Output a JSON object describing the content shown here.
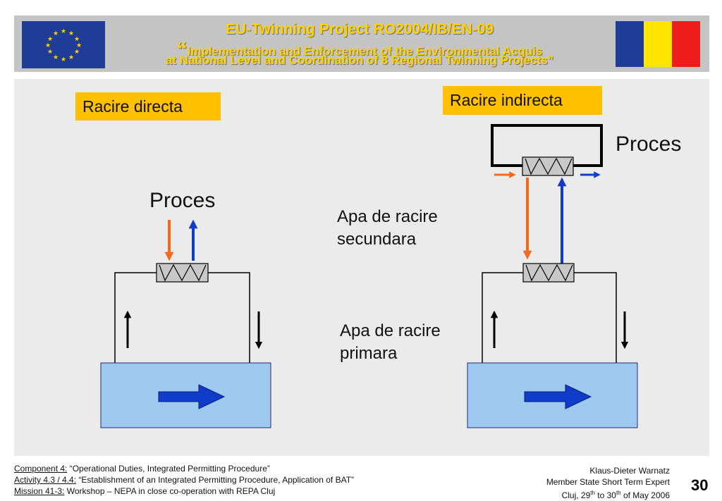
{
  "header": {
    "title_line1": "EU-Twinning  Project  RO2004/IB/EN-09",
    "title_line2_quote": "“",
    "title_line2": "Implementation and Enforcement of the Environmental Acquis",
    "title_line3": "at National Level and Coordination of 8 Regional Twinning Projects”"
  },
  "flags": {
    "eu_colors": {
      "background": "#1f3c99",
      "stars": "#ffd200"
    },
    "ro_colors": [
      "#1f3c99",
      "#ffe600",
      "#ee1c1c"
    ]
  },
  "diagram": {
    "label_direct": "Racire directa",
    "label_indirect": "Racire indirecta",
    "process_left": "Proces",
    "process_right": "Proces",
    "secondary_line1": "Apa de racire",
    "secondary_line2": "secundara",
    "primary_line1": "Apa de racire",
    "primary_line2": "primara",
    "colors": {
      "hot": "#f36a1f",
      "cold": "#0f3cc8",
      "water": "#9dc8f0",
      "highlight": "#ffc000"
    }
  },
  "footer": {
    "line1_key": "Component 4:",
    "line1_text": " “Operational Duties, Integrated Permitting Procedure”",
    "line2_key": "Activity 4.3 / 4.4:",
    "line2_text": " “Establishment of an Integrated Permitting Procedure, Application of BAT”",
    "line3_key": "Mission 41-3:",
    "line3_text": " Workshop – NEPA in close co-operation with REPA Cluj",
    "author": "Klaus-Dieter Warnatz",
    "role": "Member State Short Term Expert",
    "date_prefix": "Cluj, 29",
    "date_sup1": "th",
    "date_mid": " to 30",
    "date_sup2": "th",
    "date_suffix": " of May 2006",
    "page_number": "30"
  }
}
